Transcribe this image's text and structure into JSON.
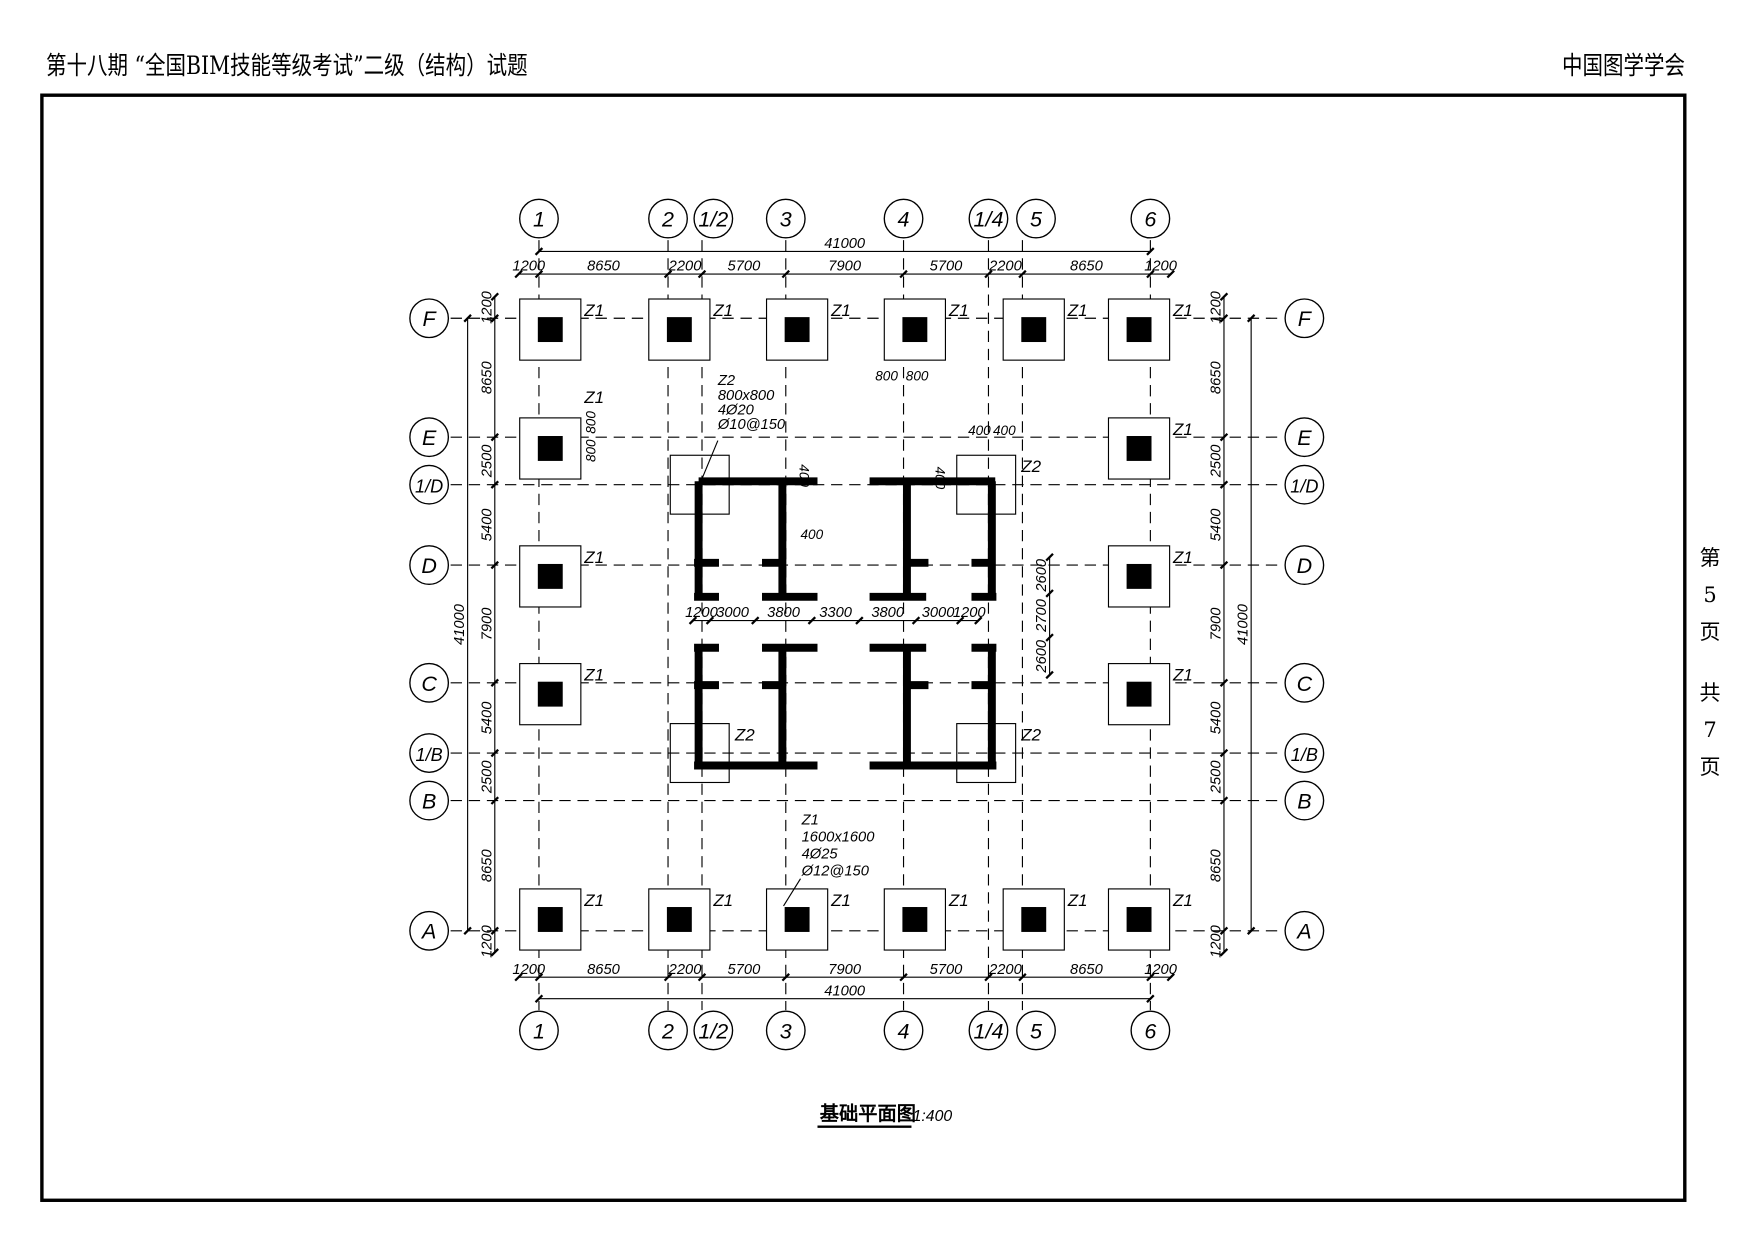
{
  "header": {
    "title": "第十八期 “全国BIM技能等级考试”二级（结构）试题",
    "org": "中国图学学会"
  },
  "pager": {
    "prefix": "第",
    "page": "5",
    "unit": "页",
    "total_prefix": "共",
    "total": "7",
    "total_unit": "页"
  },
  "drawing": {
    "title": "基础平面图",
    "scale": "1:400",
    "column_axes": [
      "1",
      "2",
      "1/2",
      "3",
      "4",
      "1/4",
      "5",
      "6"
    ],
    "row_axes": [
      "F",
      "E",
      "1/D",
      "D",
      "C",
      "1/B",
      "B",
      "A"
    ],
    "horizontal_dims": [
      "1200",
      "8650",
      "2200",
      "5700",
      "7900",
      "5700",
      "2200",
      "8650",
      "1200"
    ],
    "vertical_dims": [
      "1200",
      "8650",
      "2500",
      "5400",
      "7900",
      "5400",
      "2500",
      "8650",
      "1200"
    ],
    "overall_dim": "41000",
    "core_horizontal_dims": [
      "1200",
      "3000",
      "3800",
      "3300",
      "3800",
      "3000",
      "1200"
    ],
    "core_vertical_dims": [
      "2600",
      "2700",
      "2600"
    ],
    "column_tag_z1": "Z1",
    "column_tag_z2": "Z2",
    "z1_note": {
      "name": "Z1",
      "size": "1600x1600",
      "rebar": "4Ø25",
      "stirrup": "Ø12@150"
    },
    "z2_note": {
      "name": "Z2",
      "size": "800x800",
      "rebar": "4Ø20",
      "stirrup": "Ø10@150"
    },
    "offset_dims": {
      "a": "800",
      "b": "800",
      "c": "400",
      "d": "400",
      "e": "400",
      "f": "400",
      "g": "400",
      "h": "800",
      "i": "800"
    }
  }
}
